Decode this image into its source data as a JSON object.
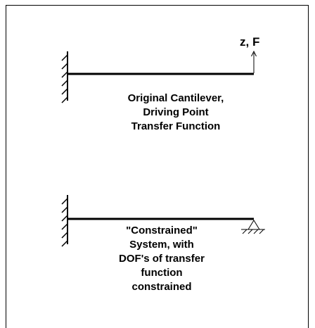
{
  "top_system": {
    "load_label": "z, F",
    "caption_lines": [
      "Original Cantilever,",
      "Driving Point",
      "Transfer Function"
    ]
  },
  "bottom_system": {
    "caption_lines": [
      "\"Constrained\"",
      "System, with",
      "DOF's of transfer",
      "function",
      "constrained"
    ]
  }
}
